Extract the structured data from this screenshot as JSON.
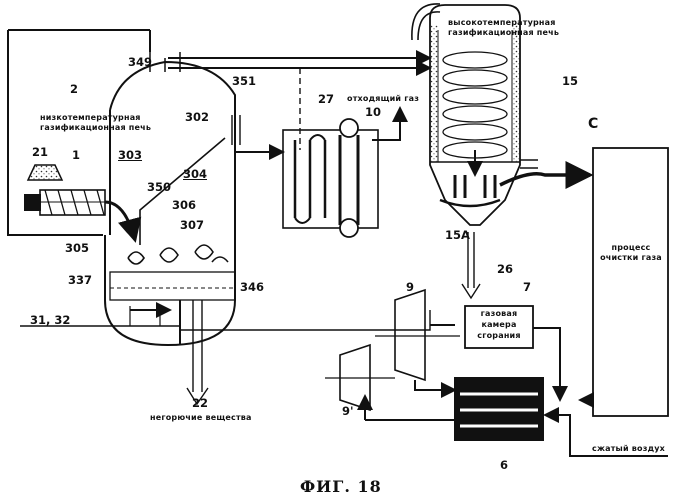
{
  "labels": {
    "n21": "21",
    "n1": "1",
    "n2": "2",
    "n349": "349",
    "n351": "351",
    "n27": "27",
    "n10": "10",
    "n15": "15",
    "n15a": "15A",
    "n26": "26",
    "n7": "7",
    "n9": "9",
    "n9p": "9'",
    "n22": "22",
    "n6": "6",
    "n3132": "31, 32",
    "nc": "C",
    "n302": "302",
    "n303": "303",
    "n304": "304",
    "n350": "350",
    "n306": "306",
    "n307": "307",
    "n305": "305",
    "n337": "337",
    "n346": "346"
  },
  "texts": {
    "low_temp_furnace": [
      "низкотемпературная",
      "газификационная печь"
    ],
    "high_temp_furnace": [
      "высокотемпературная",
      "газификационная печь"
    ],
    "exhaust_gas": "отходящий газ",
    "gas_cleaning": [
      "процесс",
      "очистки газа"
    ],
    "combustion_chamber": [
      "газовая",
      "камера",
      "сгорания"
    ],
    "incombustibles": "негорючие вещества",
    "compressed_air": "сжатый воздух"
  },
  "caption": "ФИГ. 18"
}
